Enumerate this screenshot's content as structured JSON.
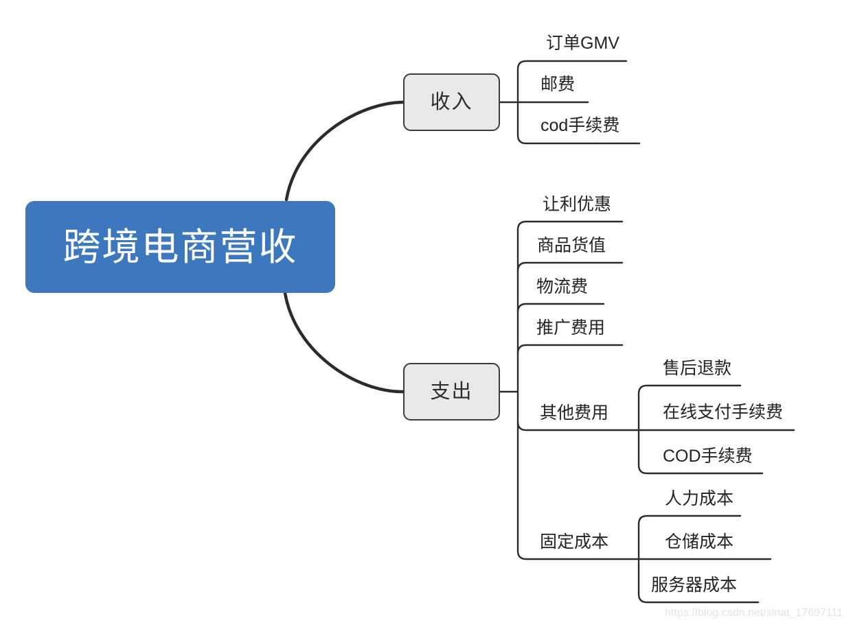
{
  "diagram": {
    "type": "mind-map",
    "title": "跨境电商营收",
    "colors": {
      "root_fill": "#3d78be",
      "root_text": "#ffffff",
      "branch_fill": "#e9e9e9",
      "branch_border": "#3c3c3c",
      "leaf_text": "#232323",
      "wire": "#2b2b2b",
      "background": "#ffffff",
      "watermark": "#e3e3e3"
    },
    "root": {
      "label": "跨境电商营收"
    },
    "branches": [
      {
        "label": "收入",
        "children": [
          {
            "label": "订单GMV"
          },
          {
            "label": "邮费"
          },
          {
            "label": "cod手续费"
          }
        ]
      },
      {
        "label": "支出",
        "children": [
          {
            "label": "让利优惠"
          },
          {
            "label": "商品货值"
          },
          {
            "label": "物流费"
          },
          {
            "label": "推广费用"
          },
          {
            "label": "其他费用",
            "children": [
              {
                "label": "售后退款"
              },
              {
                "label": "在线支付手续费"
              },
              {
                "label": "COD手续费"
              }
            ]
          },
          {
            "label": "固定成本",
            "children": [
              {
                "label": "人力成本"
              },
              {
                "label": "仓储成本"
              },
              {
                "label": "服务器成本"
              }
            ]
          }
        ]
      }
    ]
  },
  "watermark": {
    "text": "https://blog.csdn.net/sinat_17697111"
  }
}
